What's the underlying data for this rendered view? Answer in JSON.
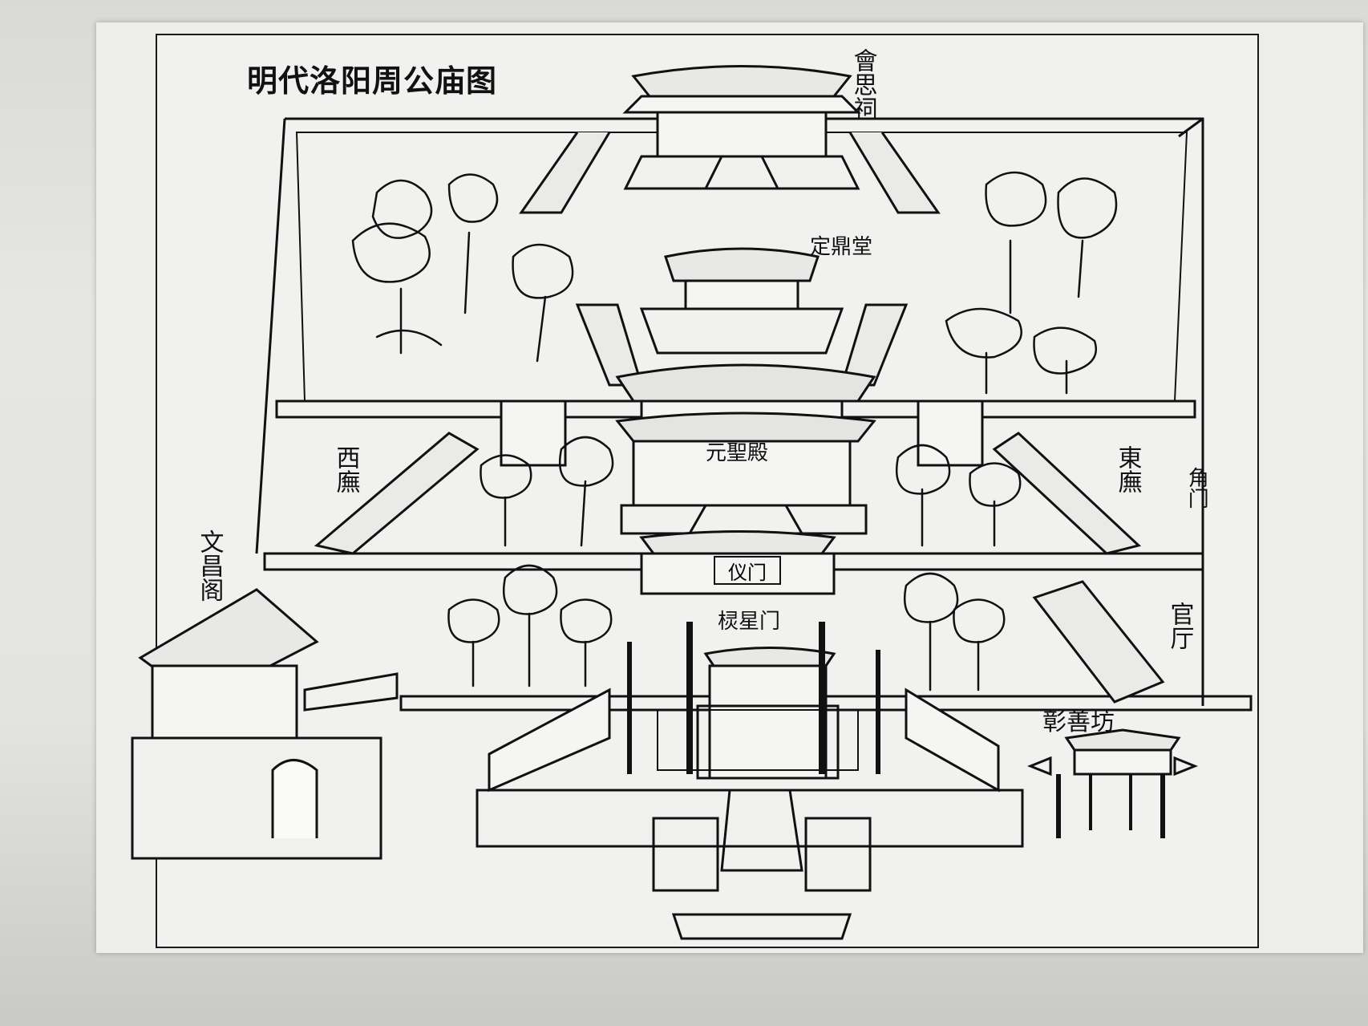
{
  "title": "明代洛阳周公庙图",
  "labels": {
    "huisi_ci": "會思祠",
    "dingding_tang": "定鼎堂",
    "yuansheng_dian": "元聖殿",
    "xi_wu": "西廡",
    "dong_wu": "東廡",
    "jiao_men": "角门",
    "yi_men": "仪门",
    "lingxing_men": "棂星门",
    "wenchang_ge": "文昌阁",
    "guan_ting": "官厅",
    "zhangshan_fang": "彰善坊"
  }
}
